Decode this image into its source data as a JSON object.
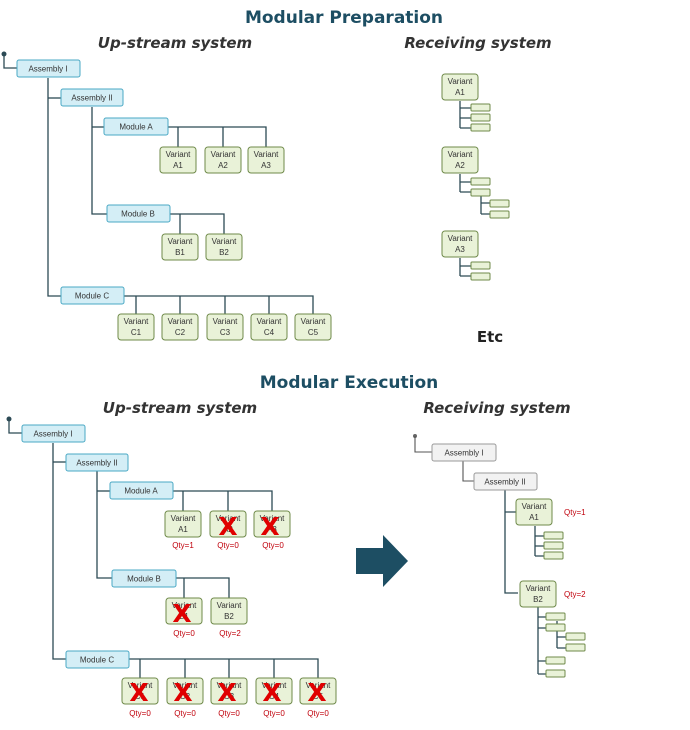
{
  "titles": {
    "prep": "Modular Preparation",
    "exec": "Modular Execution",
    "upstream": "Up-stream system",
    "receiving": "Receiving system",
    "etc": "Etc"
  },
  "nodes": {
    "assembly_1": "Assembly I",
    "assembly_2": "Assembly II",
    "module_a": "Module A",
    "module_b": "Module B",
    "module_c": "Module C"
  },
  "variants": {
    "a1": [
      "Variant",
      "A1"
    ],
    "a2": [
      "Variant",
      "A2"
    ],
    "a3": [
      "Variant",
      "A3"
    ],
    "b1": [
      "Variant",
      "B1"
    ],
    "b2": [
      "Variant",
      "B2"
    ],
    "c1": [
      "Variant",
      "C1"
    ],
    "c2": [
      "Variant",
      "C2"
    ],
    "c3": [
      "Variant",
      "C3"
    ],
    "c4": [
      "Variant",
      "C4"
    ],
    "c5": [
      "Variant",
      "C5"
    ]
  },
  "quantities": {
    "a1": "Qty=1",
    "a2": "Qty=0",
    "a3": "Qty=0",
    "b1": "Qty=0",
    "b2": "Qty=2",
    "c1": "Qty=0",
    "c2": "Qty=0",
    "c3": "Qty=0",
    "c4": "Qty=0",
    "c5": "Qty=0",
    "recv_a1": "Qty=1",
    "recv_b2": "Qty=2"
  },
  "cross_mark": "X",
  "colors": {
    "title": "#1d4e63",
    "assembly_fill": "#d4eef6",
    "variant_fill": "#e9f2d8",
    "quantity_text": "#c0000b",
    "cross": "#e00000",
    "arrow": "#1d4e63"
  }
}
